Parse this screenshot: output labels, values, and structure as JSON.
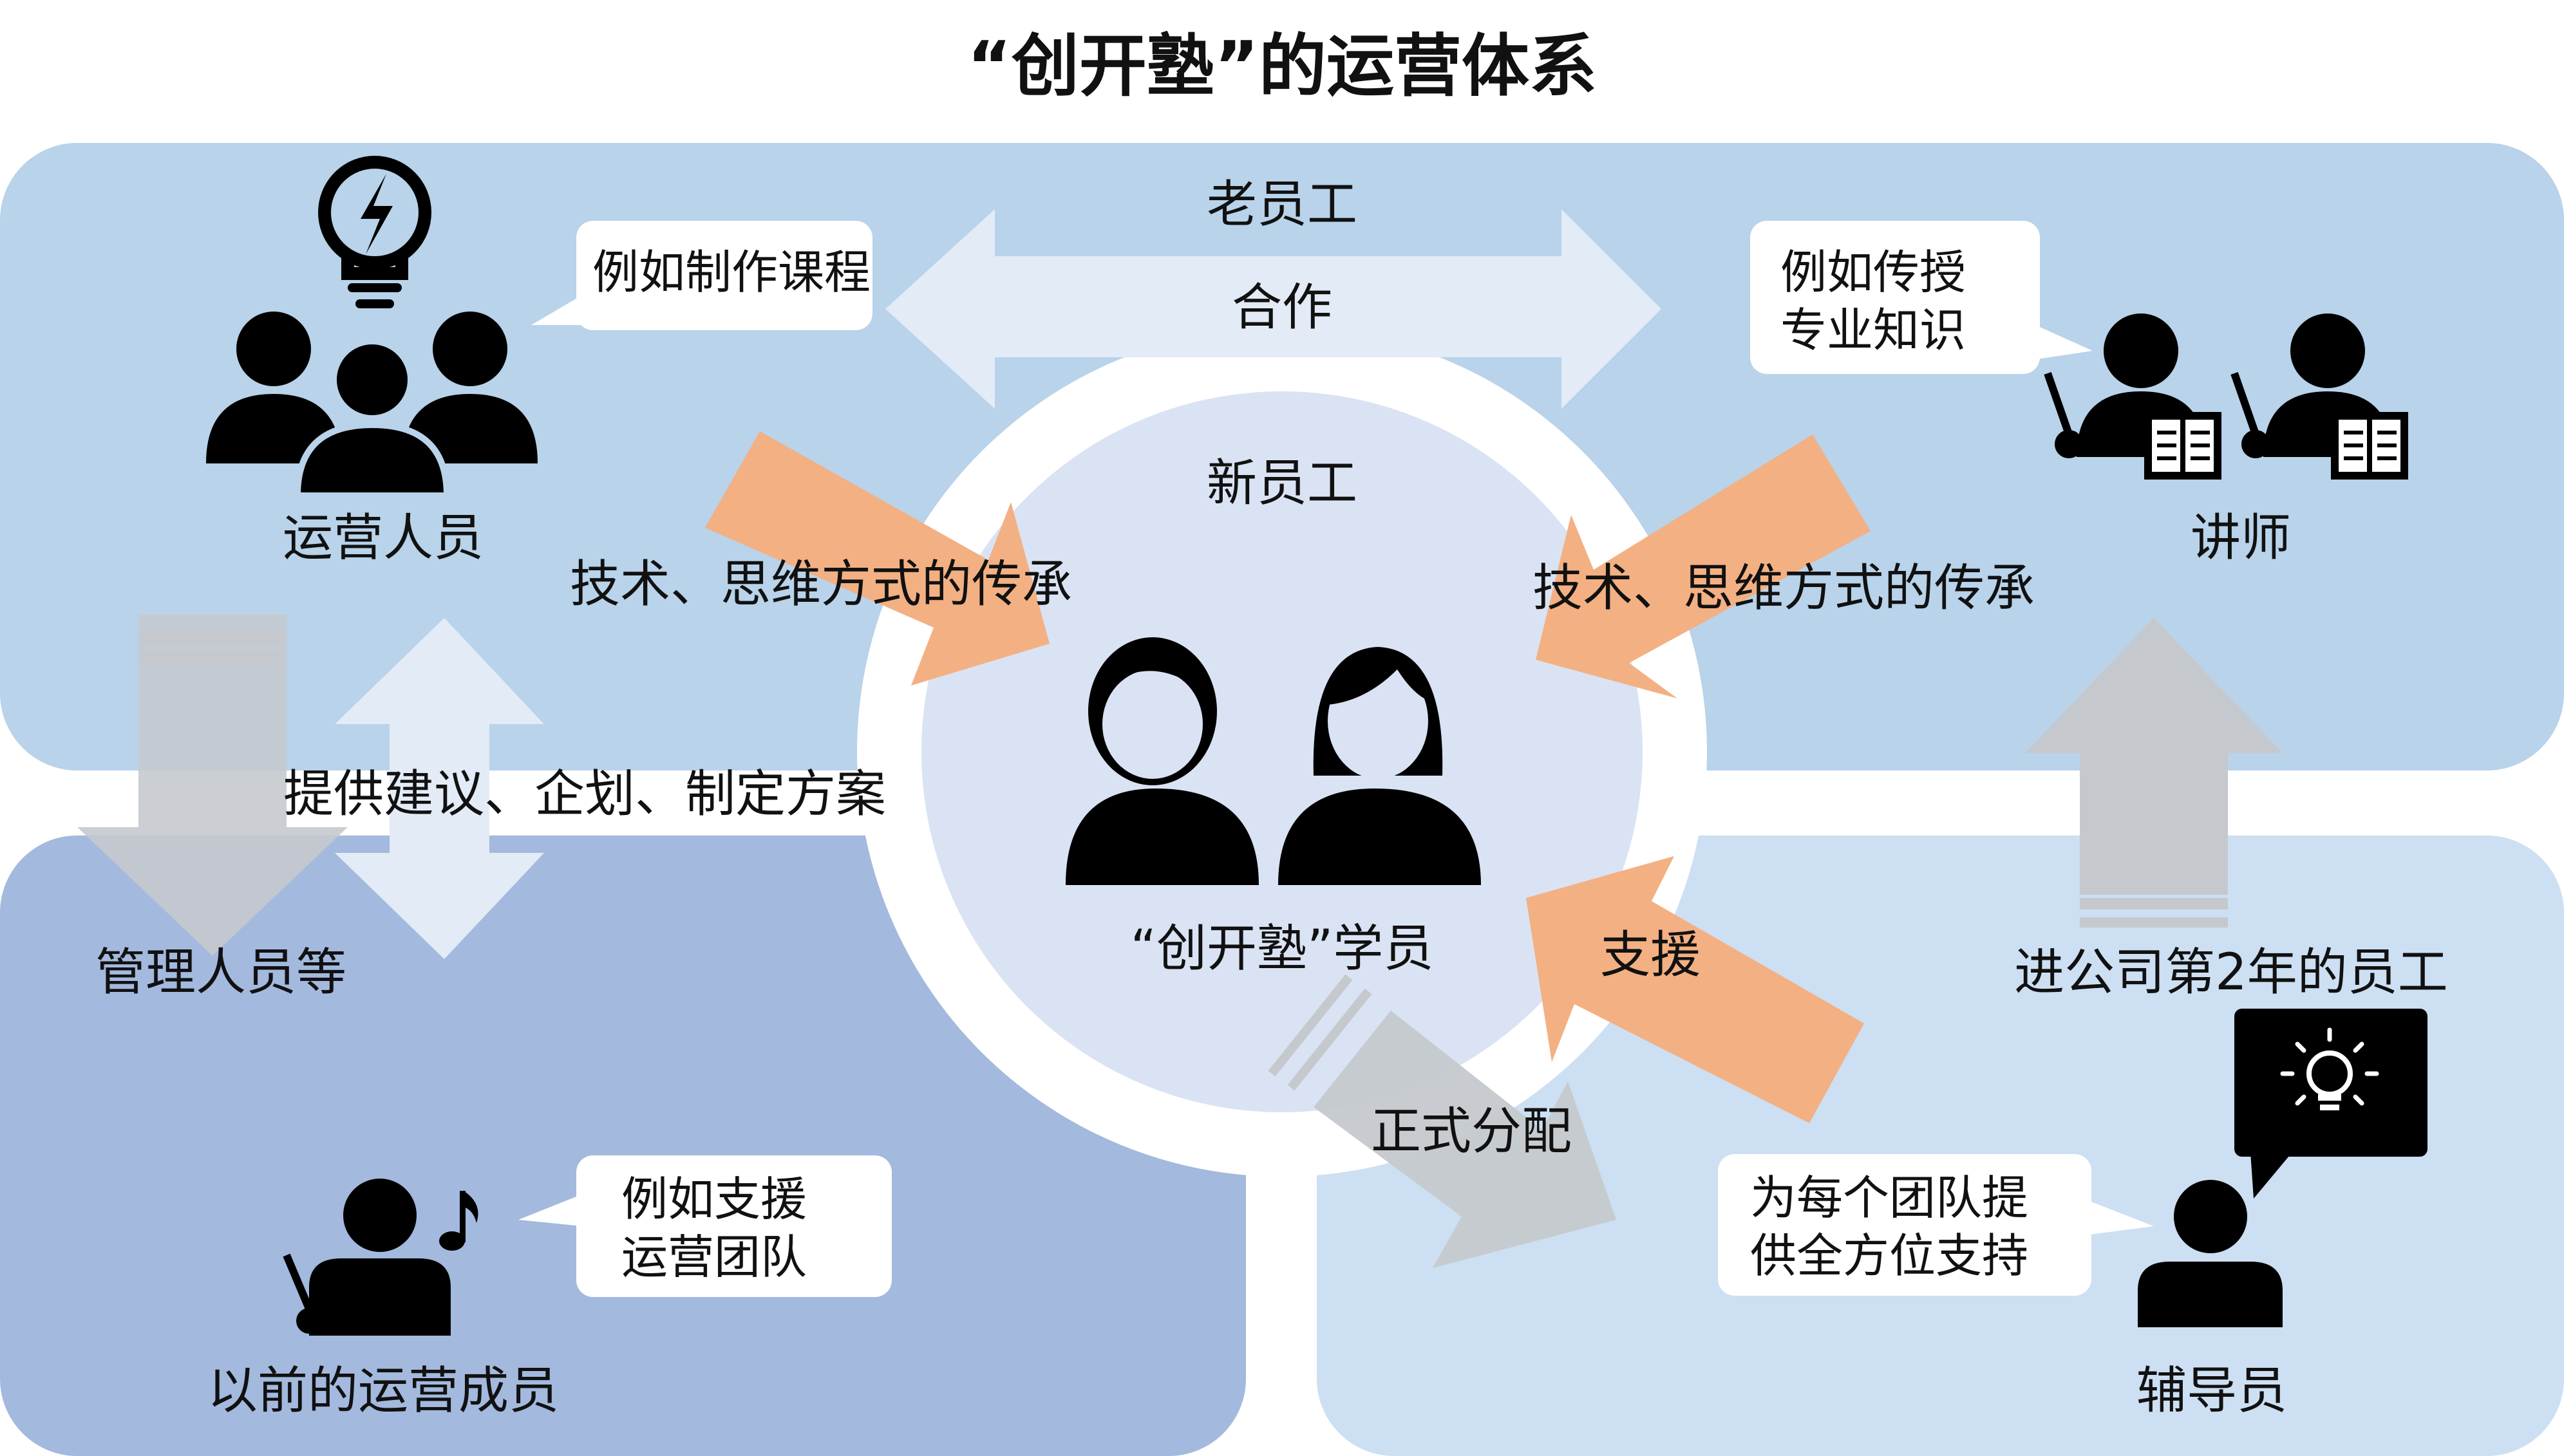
{
  "title": "“创开塾”的运营体系",
  "labels": {
    "old_staff": "老员工",
    "cooperation": "合作",
    "new_staff": "新员工",
    "operations_staff": "运营人员",
    "lecturers": "讲师",
    "transfer_left": "技术、思维方式的传承",
    "transfer_right": "技术、思维方式的传承",
    "advice": "提供建议、企划、制定方案",
    "managers": "管理人员等",
    "trainees": "“创开塾”学员",
    "support": "支援",
    "formal_assignment": "正式分配",
    "second_year": "进公司第2年的员工",
    "former_members": "以前的运营成员",
    "tutors": "辅导员"
  },
  "bubbles": {
    "ops": [
      "例如制作课程"
    ],
    "lect": [
      "例如传授",
      "专业知识"
    ],
    "former": [
      "例如支援",
      "运营团队"
    ],
    "tutor": [
      "为每个团队提",
      "供全方位支持"
    ]
  },
  "colors": {
    "region_top": "#b8d3ea",
    "region_bottom_left": "#a3b9de",
    "region_bottom_right": "#cddff2",
    "center_circle": "#dae3f3",
    "orange_arrow": "#f3b083",
    "light_arrow": "#e2ebf6",
    "gray_arrow": "#c5c9ce"
  }
}
